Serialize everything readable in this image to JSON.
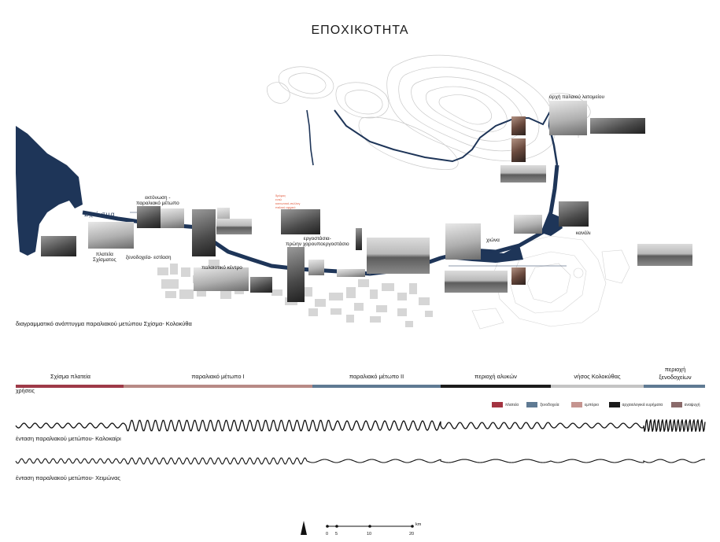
{
  "title": "ΕΠΟΧΙΚΟΤΗΤΑ",
  "map_labels": {
    "schisma": "Σχ ί σμα",
    "plateia": "πλατεία\nΣχίσματος",
    "xenodocheia": "ξενοδοχεία- εστίαση",
    "ektonosi": "εκτόνωση -\nπαραλιακό μέτωπο",
    "palaiotiko_kentro": "παλαιοτικό κέντρο",
    "ergostasia": "εργοστάσια-\nπρώην χαρουποεργοστάσιο",
    "chiona": "χιώνα",
    "kanali": "κανάλι",
    "arxi_palaiou": "αρχή παλαιού λατομείου",
    "red_note": "δρόμος\nεναλ\nκοινωνικό-συλλογ\nπαλιού αρχαιό"
  },
  "diagram_caption": "διαγραμματικό ανάπτυγμα παραλιακού μετώπου Σχίσμα- Κολοκύθα",
  "zones": [
    {
      "label": "Σχίσμα πλατεία",
      "color": "#9e3a48"
    },
    {
      "label": "παραλιακό μέτωπο Ι",
      "color": "#b88a86"
    },
    {
      "label": "παραλιακό μέτωπο ΙΙ",
      "color": "#5f7a93"
    },
    {
      "label": "περιοχή αλυκών",
      "color": "#1b1b1b"
    },
    {
      "label": "νήσος Κολοκύθας",
      "color": "#c4c4c4"
    },
    {
      "label": "περιοχή\nξενοδοχείων",
      "color": "#5f7a93"
    }
  ],
  "uses_label": "χρήσεις",
  "legend": [
    {
      "label": "πλατεία",
      "color": "#a33340"
    },
    {
      "label": "ξενοδοχεία",
      "color": "#5f7a93"
    },
    {
      "label": "εμπόριο",
      "color": "#c5948f"
    },
    {
      "label": "αρχαιολογικά ευρήματα",
      "color": "#1b1b1b"
    },
    {
      "label": "αναψυχή",
      "color": "#8a6a6a"
    }
  ],
  "intensity_summer": "ένταση παραλιακού μετώπου- Καλοκαίρι",
  "intensity_winter": "ένταση παραλιακού μετώπου- Χειμώνας",
  "scale": {
    "ticks": [
      "0",
      "5",
      "10",
      "20"
    ],
    "unit": "km"
  },
  "colors": {
    "water": "#1e3558",
    "road": "#1e3558",
    "buildings": "#d6d6d6"
  }
}
